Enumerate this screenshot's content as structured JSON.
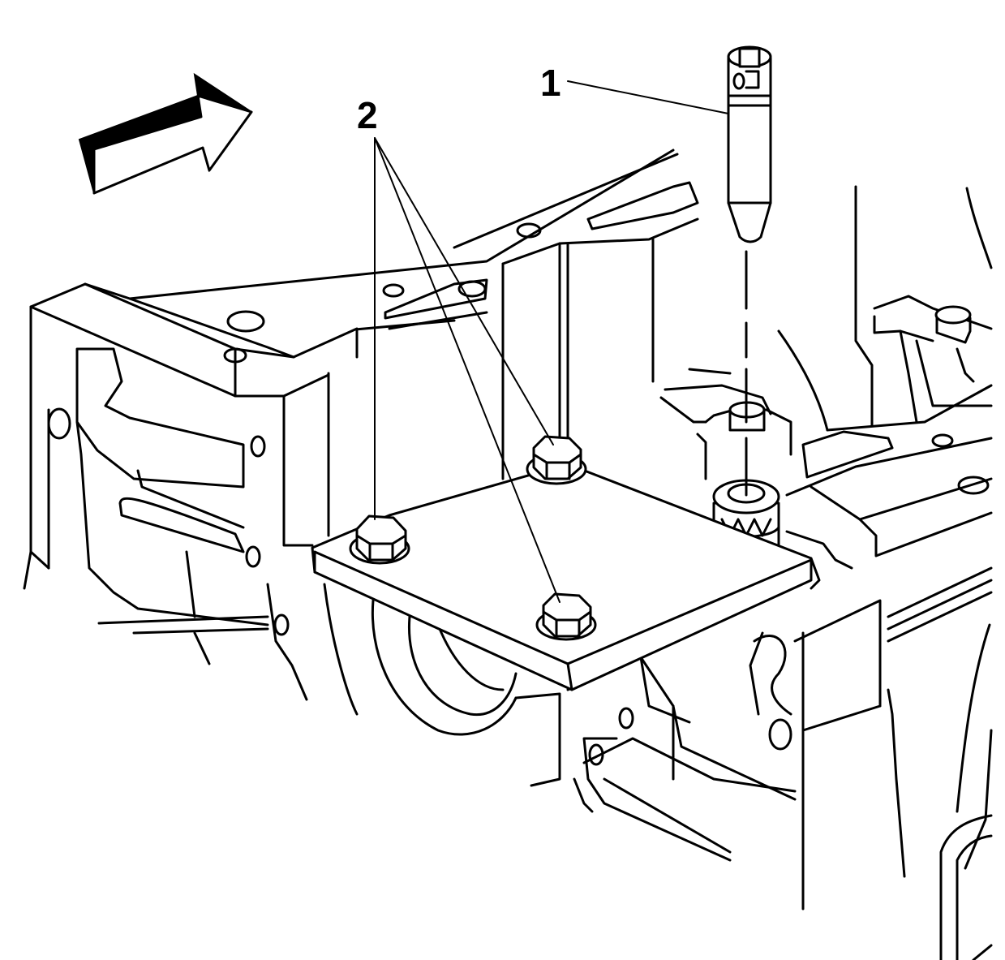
{
  "callouts": [
    {
      "id": "1",
      "label": "1"
    },
    {
      "id": "2",
      "label": "2"
    }
  ],
  "colors": {
    "line": "#000000",
    "background": "#ffffff"
  },
  "icons": [
    "direction-arrow-icon"
  ]
}
